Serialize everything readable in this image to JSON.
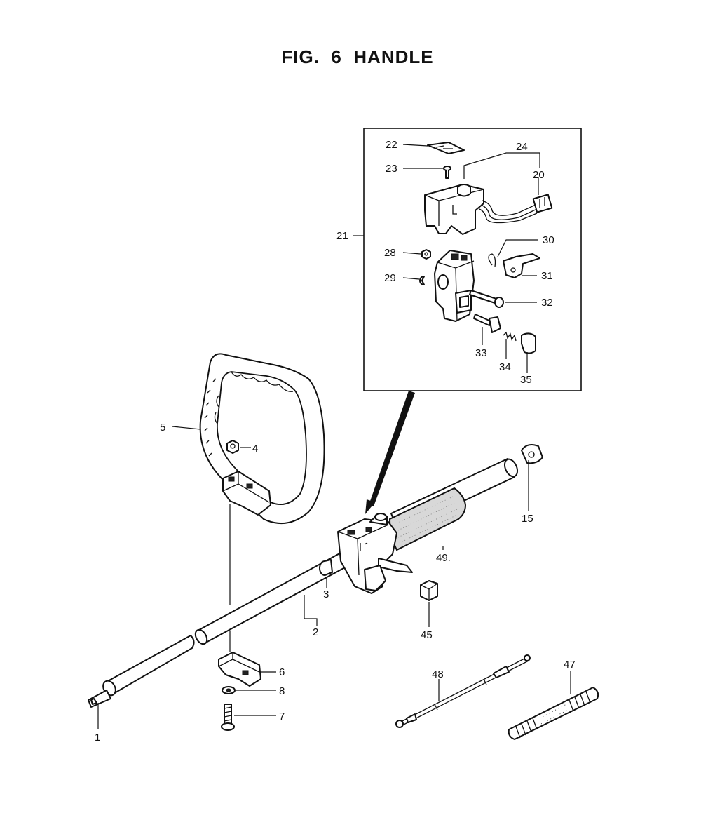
{
  "title": "FIG.  6  HANDLE",
  "callouts": {
    "p1": "1",
    "p2": "2",
    "p3": "3",
    "p4": "4",
    "p5": "5",
    "p6": "6",
    "p7": "7",
    "p8": "8",
    "p15": "15",
    "p20": "20",
    "p21": "21",
    "p22": "22",
    "p23": "23",
    "p24": "24",
    "p28": "28",
    "p29": "29",
    "p30": "30",
    "p31": "31",
    "p32": "32",
    "p33": "33",
    "p34": "34",
    "p35": "35",
    "p45": "45",
    "p47": "47",
    "p48": "48",
    "p49": "49."
  }
}
